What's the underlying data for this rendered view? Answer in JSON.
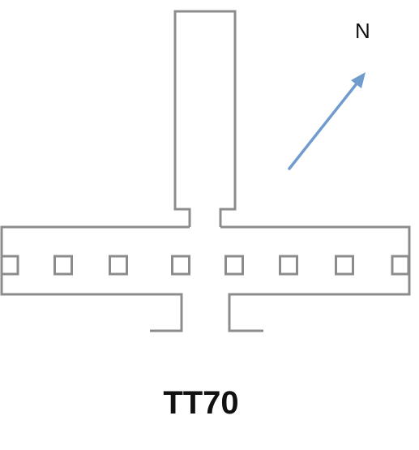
{
  "diagram": {
    "tomb_label": "TT70",
    "north_label": "N",
    "pillar_count": 8,
    "colors": {
      "walls": "#8c8c8c",
      "north_arrow": "#6f9ccc",
      "text": "#111111"
    }
  }
}
